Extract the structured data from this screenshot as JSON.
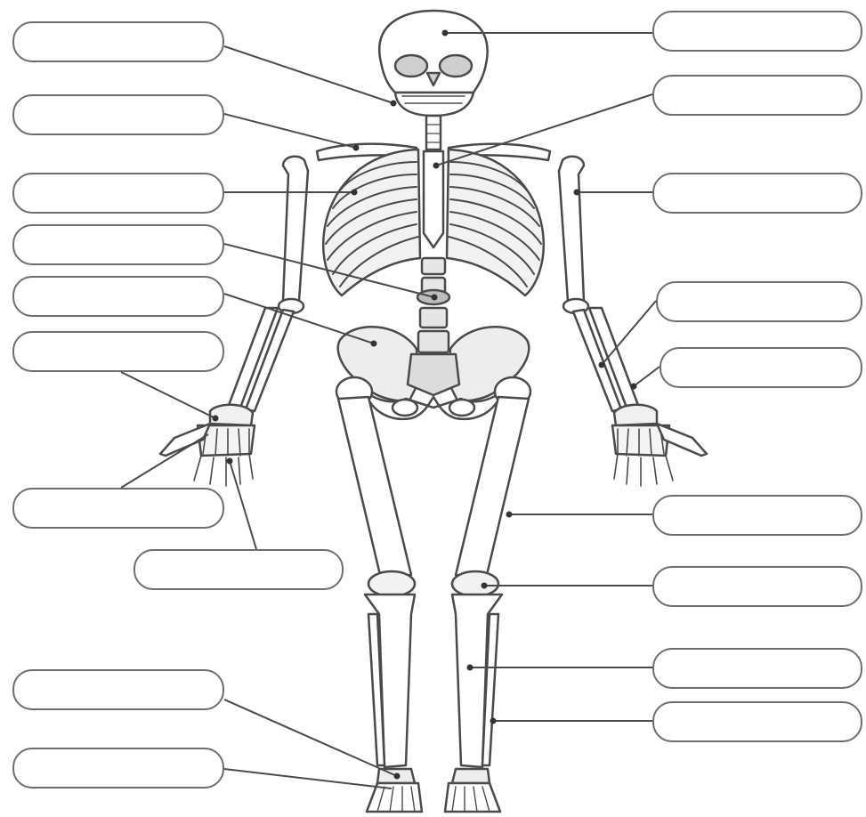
{
  "diagram": {
    "stroke_color": "#4a4a4a",
    "box_border_color": "#6e6e6e",
    "bone_fill": "#ffffff",
    "shade_fill": "#e6e6e6"
  },
  "labels": [
    {
      "id": "skull",
      "text": ""
    },
    {
      "id": "mandible",
      "text": ""
    },
    {
      "id": "clavicle",
      "text": ""
    },
    {
      "id": "sternum",
      "text": ""
    },
    {
      "id": "ribs",
      "text": ""
    },
    {
      "id": "humerus",
      "text": ""
    },
    {
      "id": "vertebral-column",
      "text": ""
    },
    {
      "id": "pelvis",
      "text": ""
    },
    {
      "id": "radius",
      "text": ""
    },
    {
      "id": "ulna",
      "text": ""
    },
    {
      "id": "carpals",
      "text": ""
    },
    {
      "id": "metacarpals",
      "text": ""
    },
    {
      "id": "phalanges-hand",
      "text": ""
    },
    {
      "id": "femur",
      "text": ""
    },
    {
      "id": "patella",
      "text": ""
    },
    {
      "id": "tibia",
      "text": ""
    },
    {
      "id": "fibula",
      "text": ""
    },
    {
      "id": "tarsals",
      "text": ""
    },
    {
      "id": "phalanges-foot",
      "text": ""
    }
  ]
}
